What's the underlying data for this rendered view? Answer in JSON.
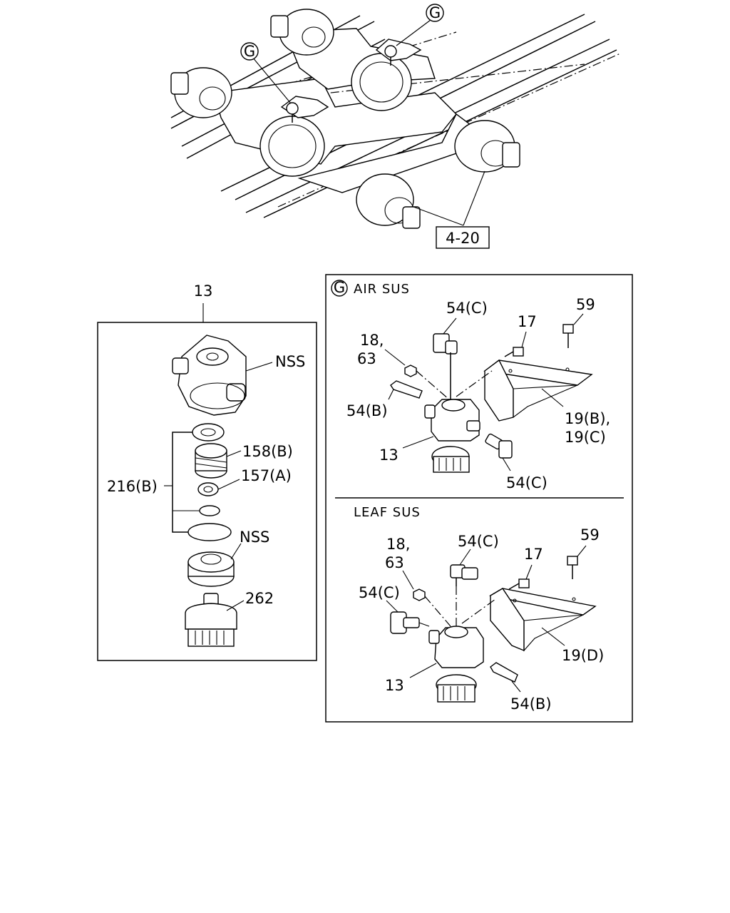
{
  "top_view": {
    "detail_markers": [
      "G",
      "G"
    ],
    "ref_box": "4-20"
  },
  "left_panel": {
    "assembly_no": "13",
    "labels": {
      "nss_top": "NSS",
      "p158b": "158(B)",
      "p216b": "216(B)",
      "p157a": "157(A)",
      "nss_mid": "NSS",
      "p262": "262"
    }
  },
  "right_panel": {
    "marker": "G",
    "air": {
      "title": "AIR SUS",
      "labels": {
        "p54c_top": "54(C)",
        "p17": "17",
        "p59": "59",
        "p18": "18,",
        "p63": "63",
        "p54b": "54(B)",
        "p19b": "19(B),",
        "p19c": "19(C)",
        "p13": "13",
        "p54c_bot": "54(C)"
      }
    },
    "leaf": {
      "title": "LEAF SUS",
      "labels": {
        "p59": "59",
        "p18": "18,",
        "p54c_top": "54(C)",
        "p17": "17",
        "p63": "63",
        "p54c_left": "54(C)",
        "p19d": "19(D)",
        "p13": "13",
        "p54b": "54(B)"
      }
    }
  }
}
